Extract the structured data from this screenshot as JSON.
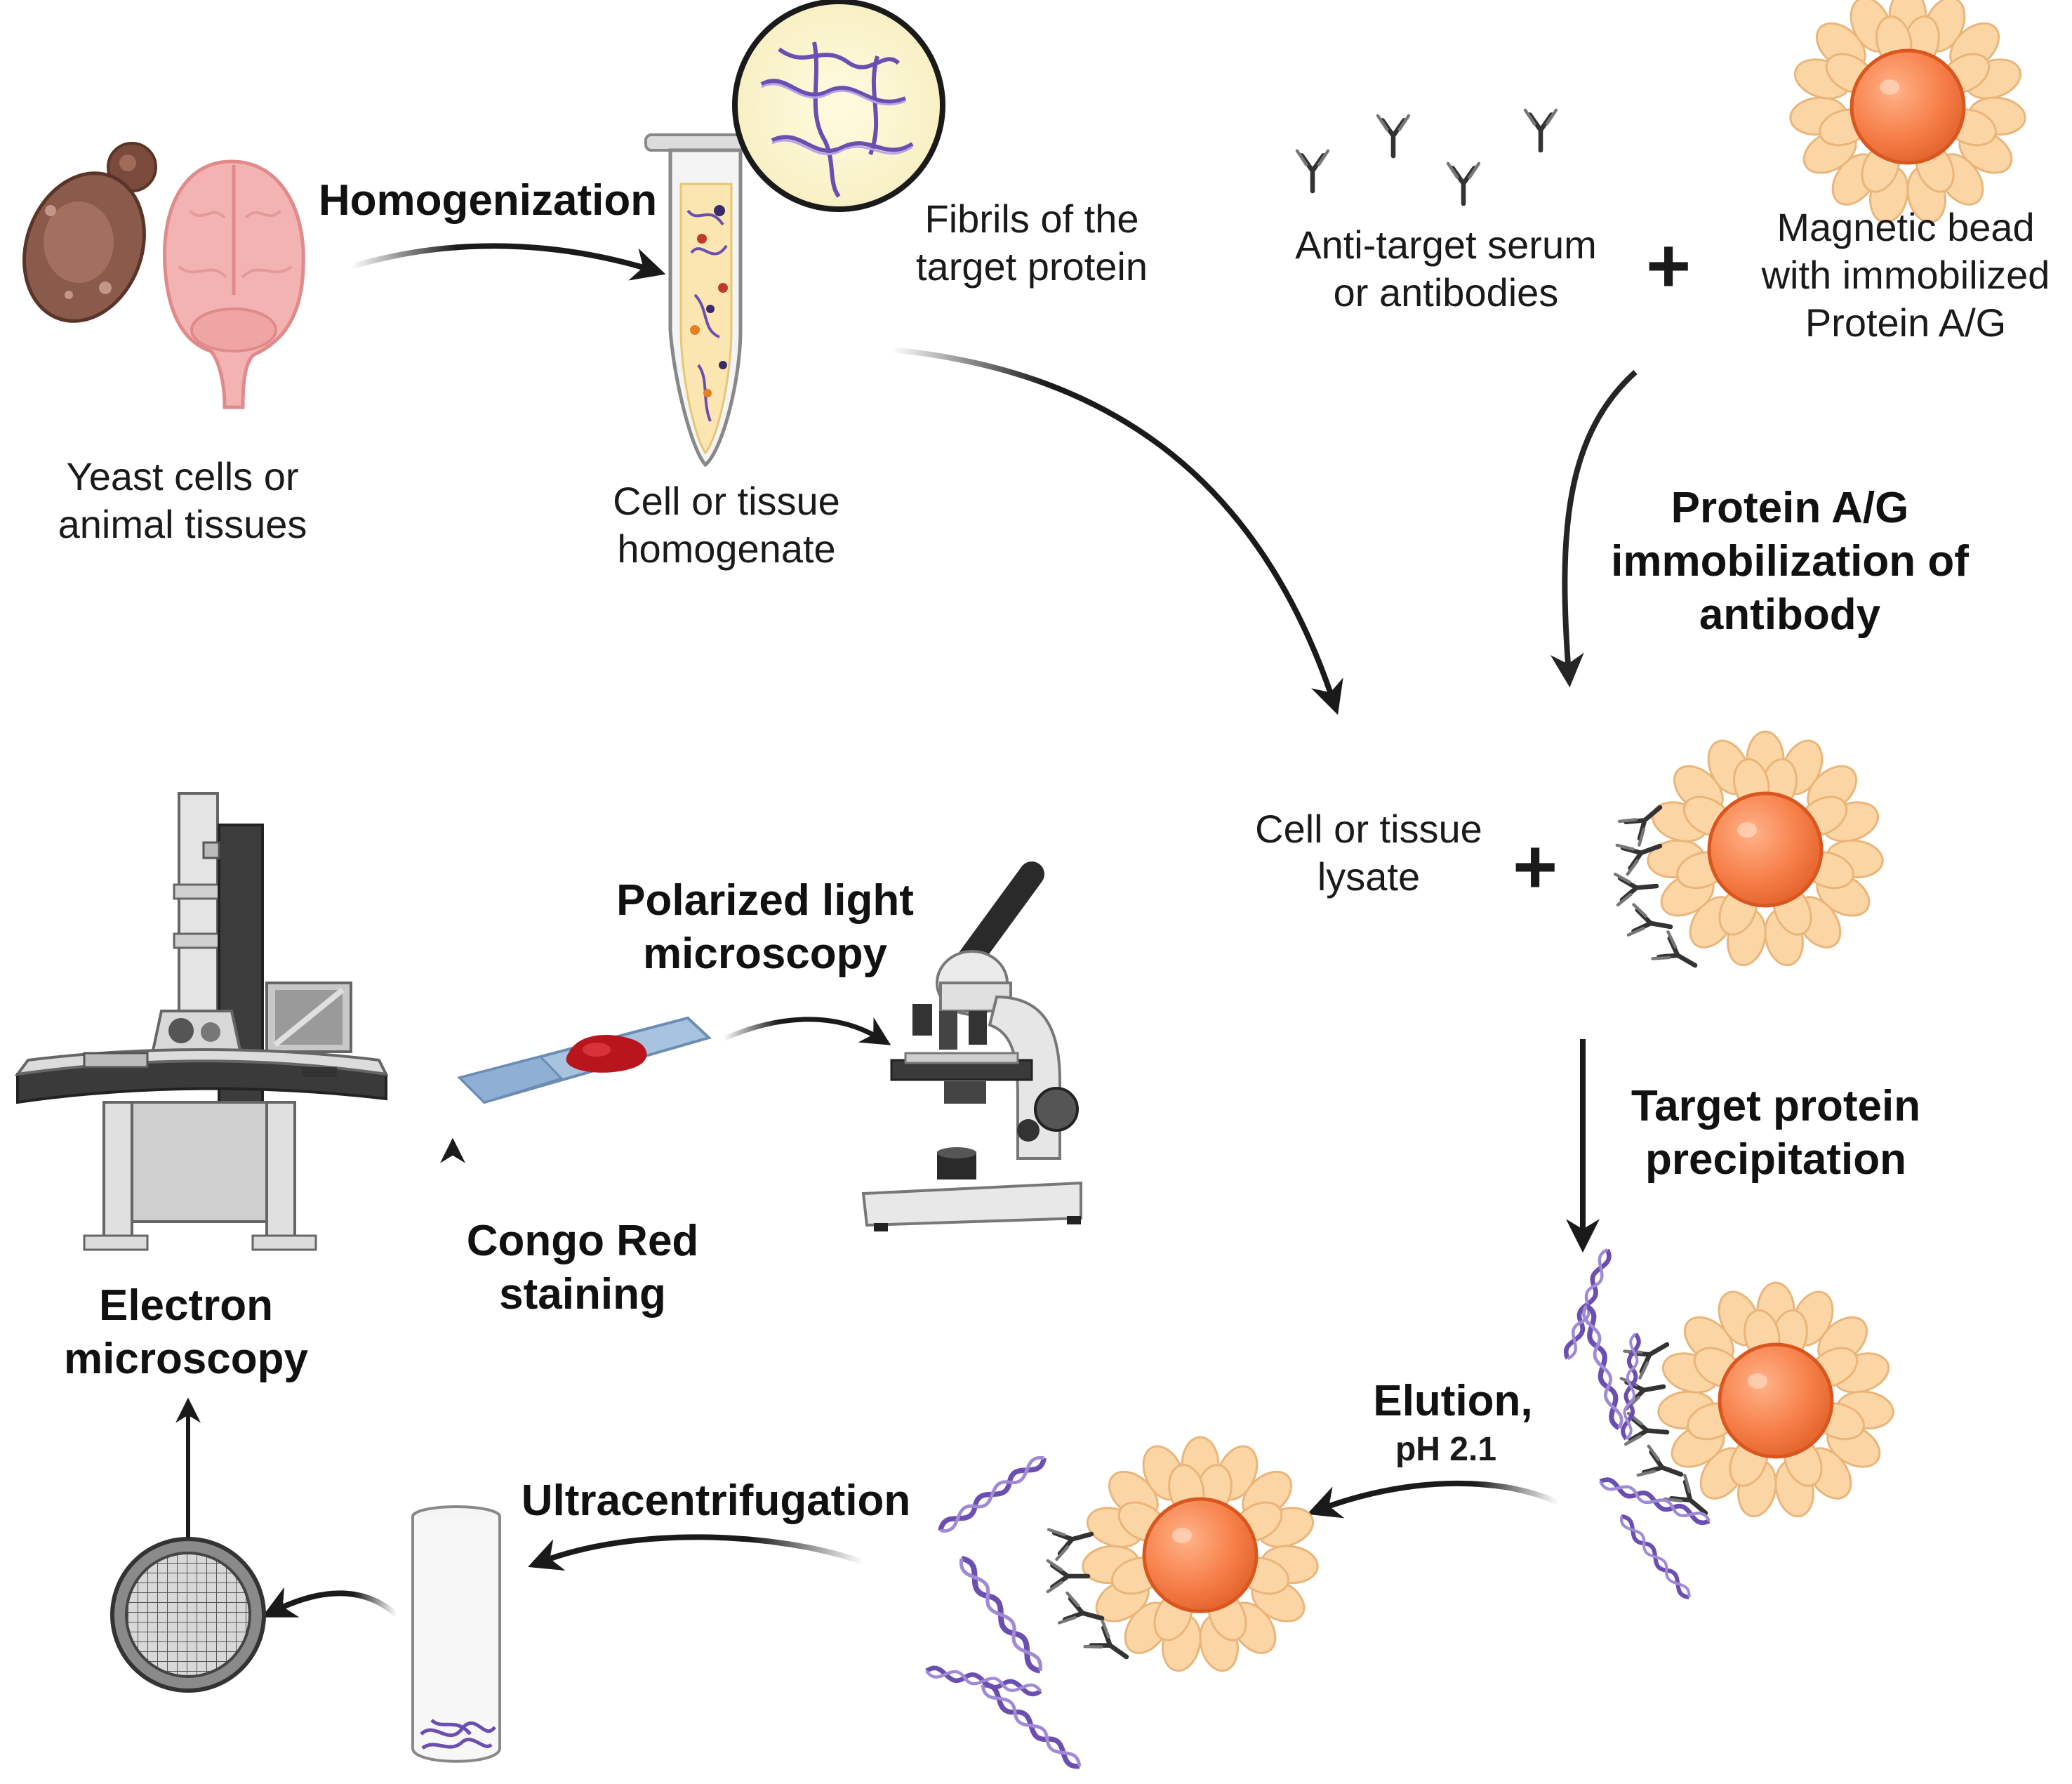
{
  "labels": {
    "yeast": "Yeast cells or\nanimal tissues",
    "homogenization": "Homogenization",
    "homogenate": "Cell or tissue\nhomogenate",
    "fibrils": "Fibrils of the\ntarget protein",
    "antibodies": "Anti-target serum\nor antibodies",
    "bead": "Magnetic bead\nwith immobilized\nProtein A/G",
    "immobilization": "Protein A/G\nimmobilization of\nantibody",
    "lysate": "Cell or tissue\nlysate",
    "precipitation": "Target protein\nprecipitation",
    "elution": "Elution,",
    "elution_ph": "pH 2.1",
    "ultracentrifugation": "Ultracentrifugation",
    "electron_microscopy": "Electron\nmicroscopy",
    "congo_red": "Congo Red\nstaining",
    "polarized": "Polarized light\nmicroscopy",
    "plus": "+"
  },
  "colors": {
    "bead_orange": "#f7804a",
    "bead_outline": "#d9571e",
    "protein_ag": "#fcd5a4",
    "fibril_purple": "#6b4fb0",
    "brain_pink": "#f4b3b3",
    "yeast_brown": "#8a5a4a",
    "tube_fill": "#fbe5b0",
    "slide_blue": "#a8c3e0",
    "stain_red": "#b8151c",
    "arrow": "#1a1a1a"
  },
  "icons": [
    "yeast-cell-icon",
    "brain-icon",
    "microtube-icon",
    "magnifier-fibrils-icon",
    "antibody-icon",
    "magnetic-bead-icon",
    "electron-microscope-icon",
    "microscope-slide-icon",
    "light-microscope-icon",
    "ultracentrifuge-tube-icon",
    "em-grid-icon"
  ]
}
